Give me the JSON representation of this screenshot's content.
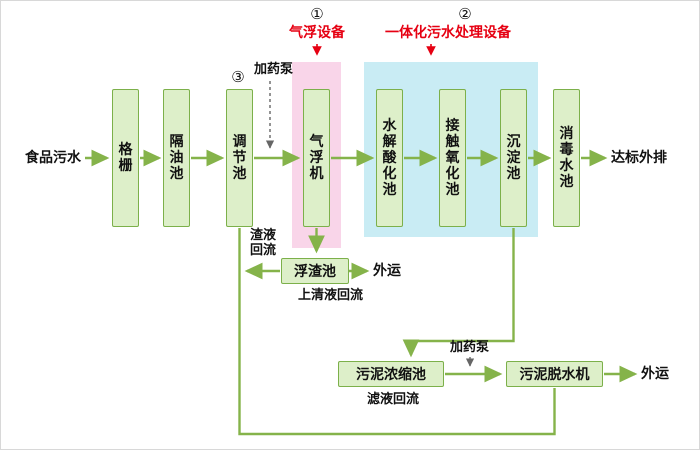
{
  "annotations": {
    "num1": "①",
    "num2": "②",
    "num3": "③",
    "device1": "气浮设备",
    "device2": "一体化污水处理设备"
  },
  "io": {
    "inflow": "食品污水",
    "outflow": "达标外排",
    "outbound_scum": "外运",
    "outbound_sludge": "外运"
  },
  "pumps": {
    "pump1": "加药泵",
    "pump2": "加药泵"
  },
  "returns": {
    "scum_return": "渣液回流",
    "supernatant_return": "上清液回流",
    "filtrate_return": "滤液回流"
  },
  "tanks": {
    "grille": "格栅",
    "oil_separation": "隔油池",
    "regulating": "调节池",
    "air_flotation": "气浮机",
    "hydrolysis_acidification": "水解酸化池",
    "contact_oxidation": "接触氧化池",
    "sedimentation": "沉淀池",
    "disinfection": "消毒水池",
    "scum": "浮渣池",
    "sludge_thickening": "污泥浓缩池",
    "sludge_dewatering": "污泥脱水机"
  },
  "colors": {
    "line-green": "#85b34a",
    "box-border": "#7cb04a",
    "box-fill": "#ddefc9",
    "pink-highlight": "#f9d5e9",
    "cyan-highlight": "#c9ecf4",
    "red-label": "#e60012"
  }
}
